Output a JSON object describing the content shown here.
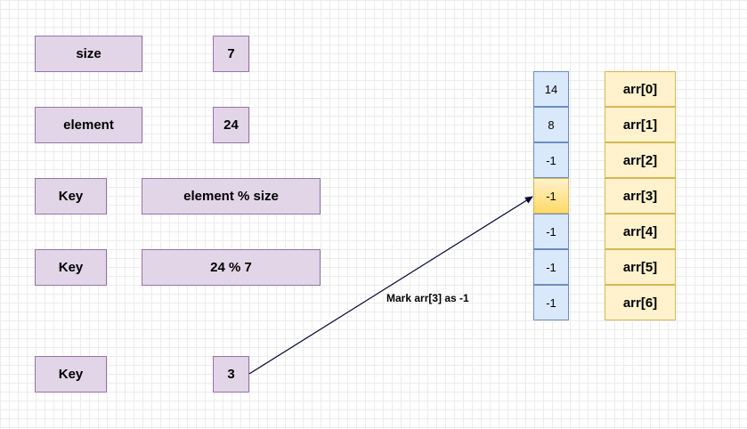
{
  "variables": {
    "size_label": "size",
    "size_value": "7",
    "element_label": "element",
    "element_value": "24",
    "key_label_1": "Key",
    "key_formula": "element % size",
    "key_label_2": "Key",
    "key_computation": "24 % 7",
    "key_label_3": "Key",
    "key_result": "3"
  },
  "array": {
    "values": [
      "14",
      "8",
      "-1",
      "-1",
      "-1",
      "-1",
      "-1"
    ],
    "indices": [
      "arr[0]",
      "arr[1]",
      "arr[2]",
      "arr[3]",
      "arr[4]",
      "arr[5]",
      "arr[6]"
    ],
    "highlighted_index": 3
  },
  "arrow": {
    "label": "Mark arr[3] as -1"
  },
  "colors": {
    "var_fill": "#e1d5e7",
    "var_stroke": "#9673a6",
    "cell_fill": "#dae8fc",
    "cell_stroke": "#6c8ebf",
    "index_fill": "#fff2cc",
    "index_stroke": "#d6b656",
    "highlight_fill": "#ffd966",
    "arrow": "#000033"
  }
}
